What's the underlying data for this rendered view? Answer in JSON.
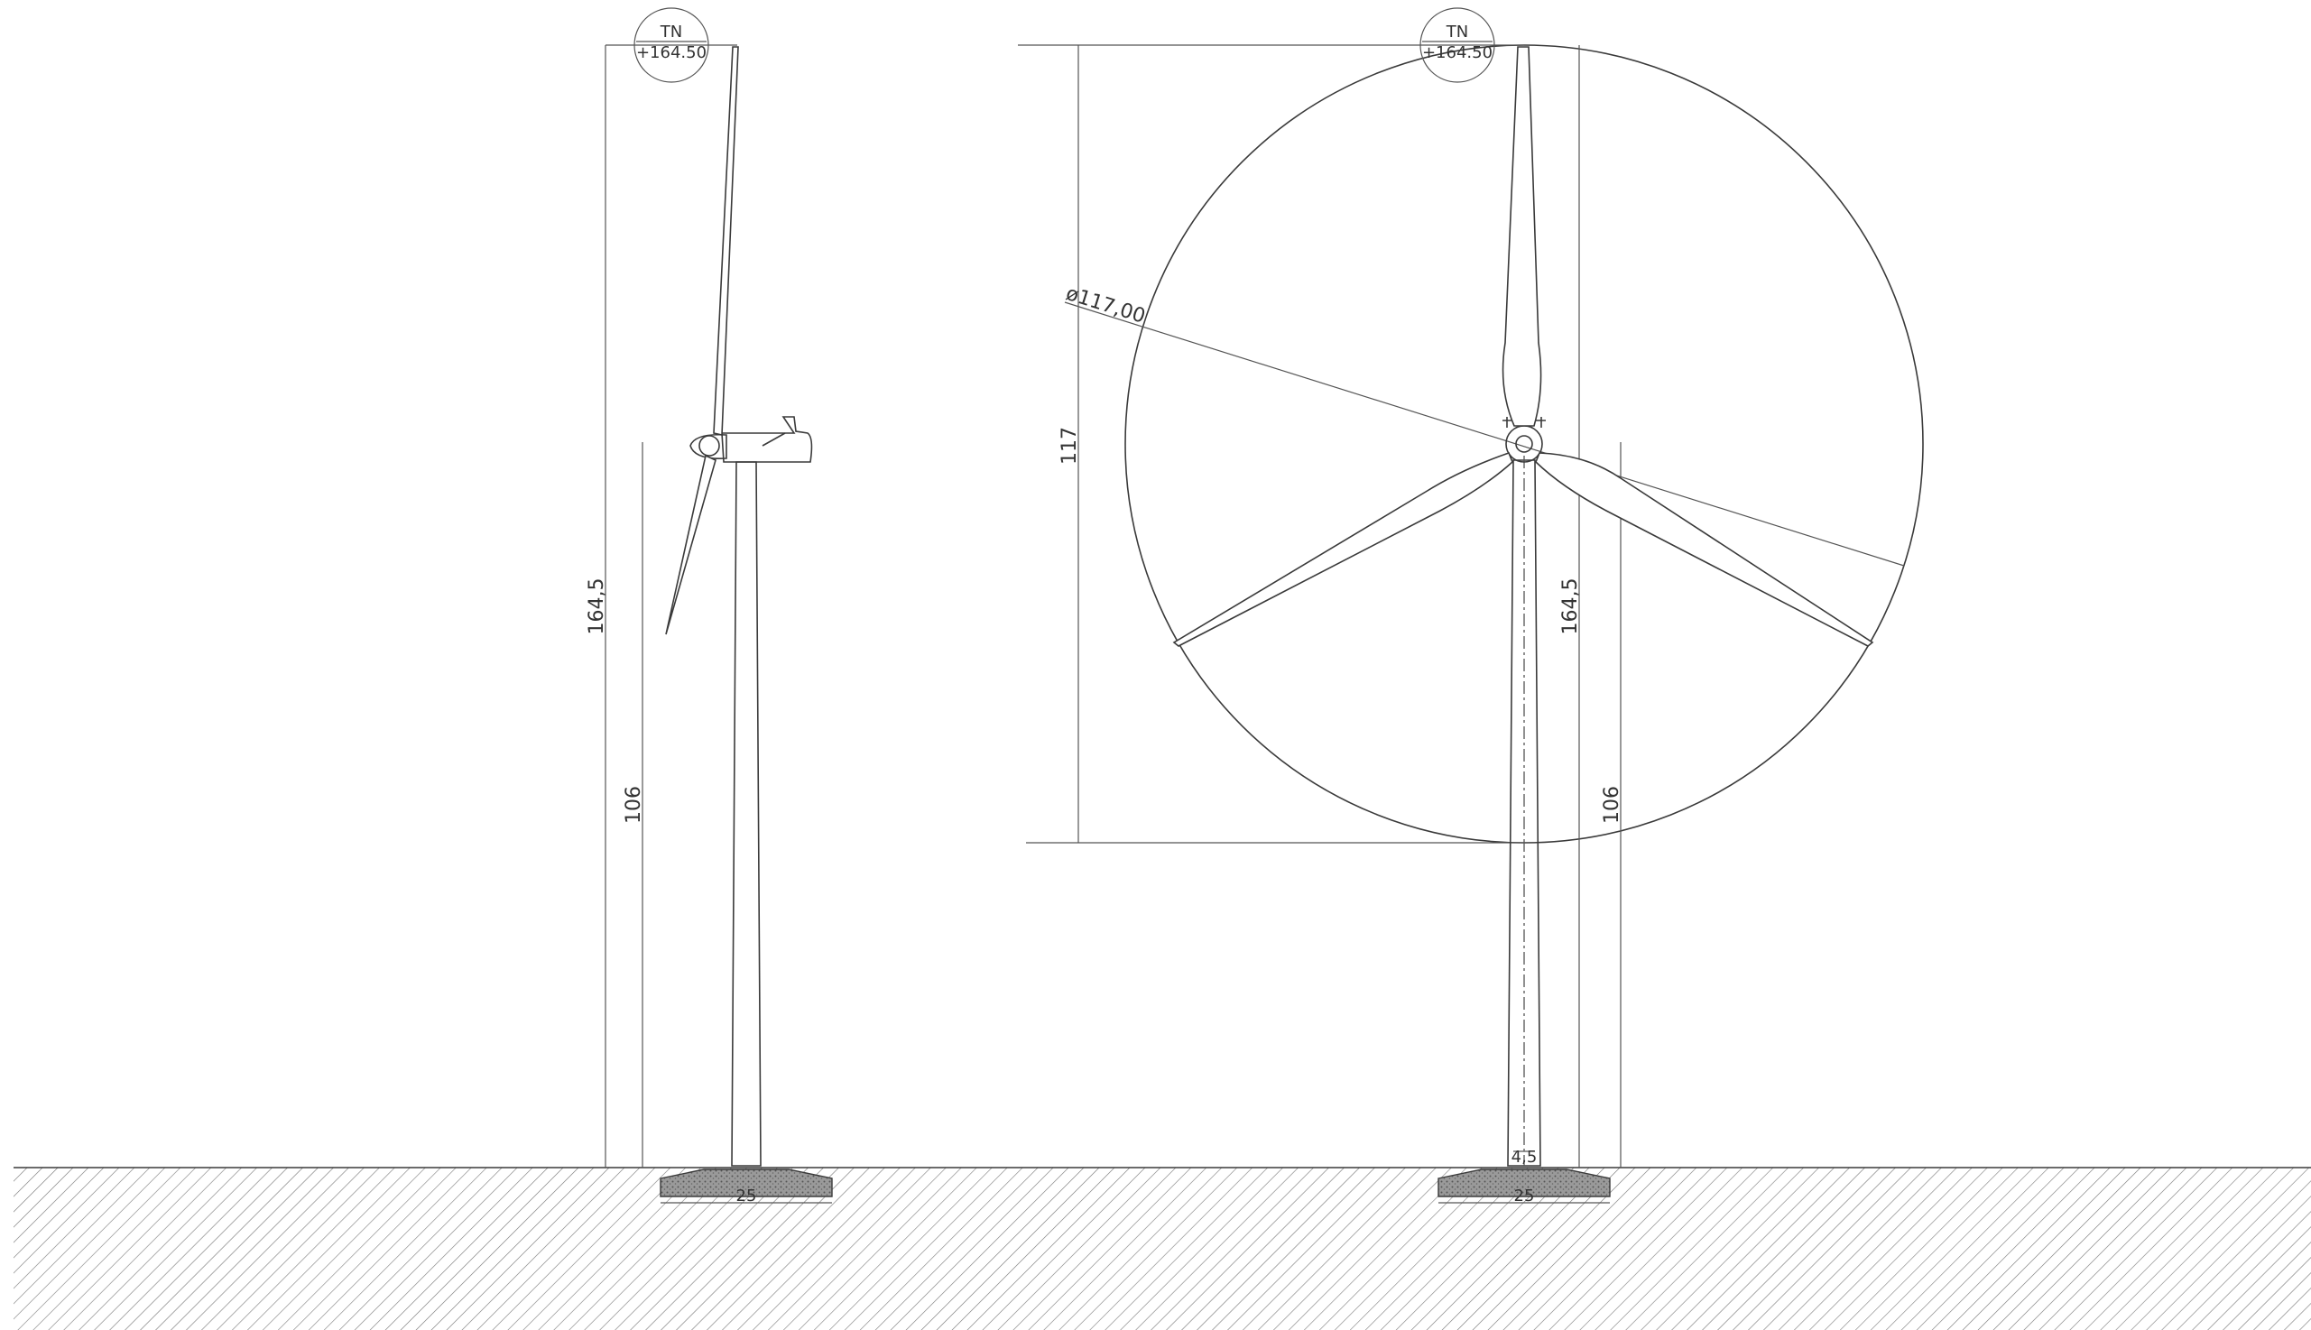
{
  "drawing": {
    "side_view": {
      "top_tag": "TN",
      "top_level": "+164.50",
      "dim_total_height": "164,5",
      "dim_hub_height": "106",
      "foundation_width": "25"
    },
    "front_view": {
      "top_tag": "TN",
      "top_level": "+164.50",
      "dim_rotor_diameter": "ø117,00",
      "dim_rotor_height": "117",
      "dim_total_height": "164,5",
      "dim_hub_height": "106",
      "dim_tower_base": "4,5",
      "foundation_width": "25"
    }
  }
}
